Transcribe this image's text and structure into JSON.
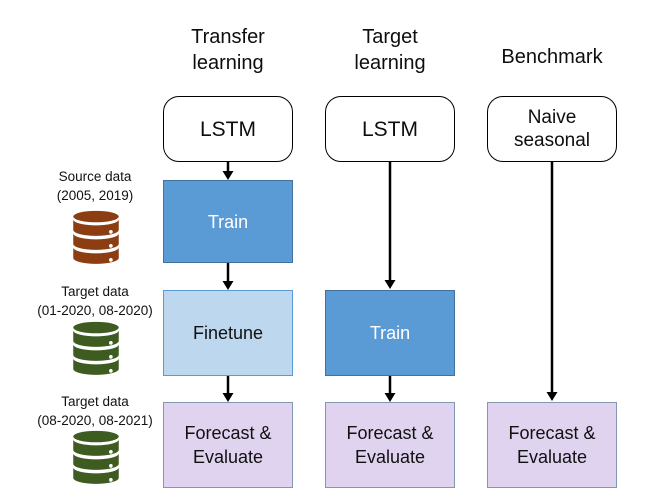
{
  "columns": [
    {
      "title": "Transfer learning",
      "model": "LSTM",
      "steps": [
        {
          "label": "Train"
        },
        {
          "label": "Finetune"
        },
        {
          "label": "Forecast & Evaluate"
        }
      ]
    },
    {
      "title": "Target learning",
      "model": "LSTM",
      "steps": [
        {
          "label": "Train"
        },
        {
          "label": "Forecast & Evaluate"
        }
      ]
    },
    {
      "title": "Benchmark",
      "model": "Naive seasonal",
      "steps": [
        {
          "label": "Forecast & Evaluate"
        }
      ]
    }
  ],
  "datasets": [
    {
      "name": "Source data",
      "range": "(2005, 2019)",
      "icon": "database-icon",
      "color": "#8C3D12"
    },
    {
      "name": "Target data",
      "range": "(01-2020, 08-2020)",
      "icon": "database-icon",
      "color": "#3E5C21"
    },
    {
      "name": "Target data",
      "range": "(08-2020, 08-2021)",
      "icon": "database-icon",
      "color": "#3E5C21"
    }
  ],
  "colors": {
    "train_fill": "#5B9BD5",
    "train_border": "#41719C",
    "train_text": "#FFFFFF",
    "finetune_fill": "#BDD7EE",
    "finetune_border": "#5B9BD5",
    "forecast_fill": "#E0D3F0",
    "forecast_border": "#8496B0",
    "model_box_fill": "#FFFFFF",
    "model_box_border": "#000000",
    "arrow": "#000000",
    "source_database": "#8C3D12",
    "target_database": "#3E5C21"
  }
}
